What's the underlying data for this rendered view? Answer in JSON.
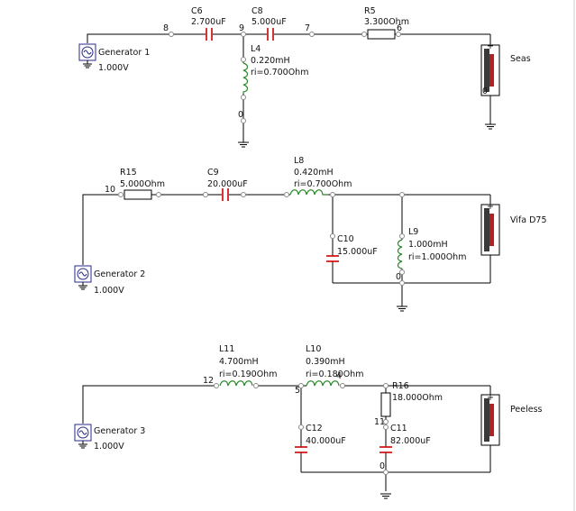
{
  "filter1": {
    "generator": {
      "name": "Generator 1",
      "voltage": "1.000V"
    },
    "c6": {
      "name": "C6",
      "value": "2.700uF"
    },
    "c8": {
      "name": "C8",
      "value": "5.000uF"
    },
    "l4": {
      "name": "L4",
      "value": "0.220mH",
      "ri": "ri=0.700Ohm"
    },
    "r5": {
      "name": "R5",
      "value": "3.300Ohm"
    },
    "nodes": {
      "n8": "8",
      "n9": "9",
      "n7": "7",
      "n6": "6",
      "n0a": "0",
      "n0b": "0"
    },
    "speaker": {
      "name": "Seas"
    }
  },
  "filter2": {
    "generator": {
      "name": "Generator 2",
      "voltage": "1.000V"
    },
    "r15": {
      "name": "R15",
      "value": "5.000Ohm"
    },
    "c9": {
      "name": "C9",
      "value": "20.000uF"
    },
    "l8": {
      "name": "L8",
      "value": "0.420mH",
      "ri": "ri=0.700Ohm"
    },
    "c10": {
      "name": "C10",
      "value": "15.000uF"
    },
    "l9": {
      "name": "L9",
      "value": "1.000mH",
      "ri": "ri=1.000Ohm"
    },
    "nodes": {
      "n10": "10",
      "n0": "0"
    },
    "speaker": {
      "name": "Vifa D75"
    }
  },
  "filter3": {
    "generator": {
      "name": "Generator 3",
      "voltage": "1.000V"
    },
    "l11": {
      "name": "L11",
      "value": "4.700mH",
      "ri": "ri=0.190Ohm"
    },
    "l10": {
      "name": "L10",
      "value": "0.390mH",
      "ri": "ri=0.180Ohm"
    },
    "c12": {
      "name": "C12",
      "value": "40.000uF"
    },
    "r16": {
      "name": "R16",
      "value": "18.000Ohm"
    },
    "c11": {
      "name": "C11",
      "value": "82.000uF"
    },
    "nodes": {
      "n12": "12",
      "n5": "5",
      "n4": "4",
      "n11": "11",
      "n0": "0"
    },
    "speaker": {
      "name": "Peeless"
    }
  },
  "colors": {
    "capacitor": "#cc0000",
    "inductor": "#2a8a2a",
    "generator": "#2a2a8a",
    "wire": "#000000"
  }
}
